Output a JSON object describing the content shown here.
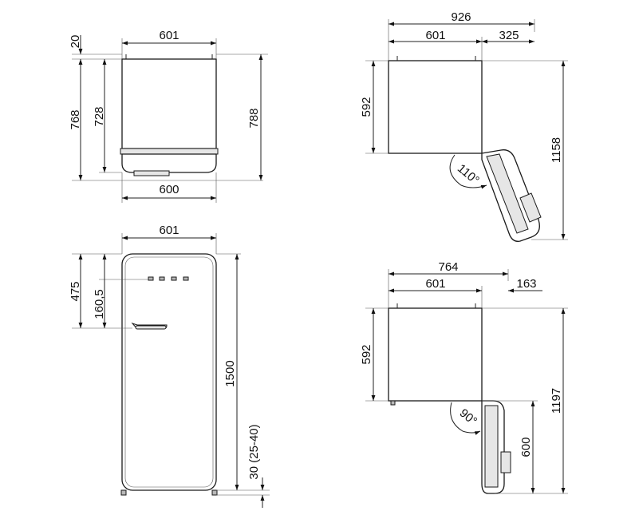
{
  "top_view": {
    "width_top": "601",
    "top_offset": "20",
    "height_body": "768",
    "height_inner": "728",
    "height_total": "788",
    "width_bottom": "600"
  },
  "front_view": {
    "width": "601",
    "handle_offset": "475",
    "handle_center": "160,5",
    "height_total": "1500",
    "feet": "30 (25-40)"
  },
  "door_110": {
    "width_total": "926",
    "width_body": "601",
    "width_door": "325",
    "depth": "592",
    "depth_open": "1158",
    "angle": "110°"
  },
  "door_90": {
    "width_total": "764",
    "width_body": "601",
    "width_door": "163",
    "depth": "592",
    "depth_open": "1197",
    "door_height": "600",
    "angle": "90°"
  }
}
